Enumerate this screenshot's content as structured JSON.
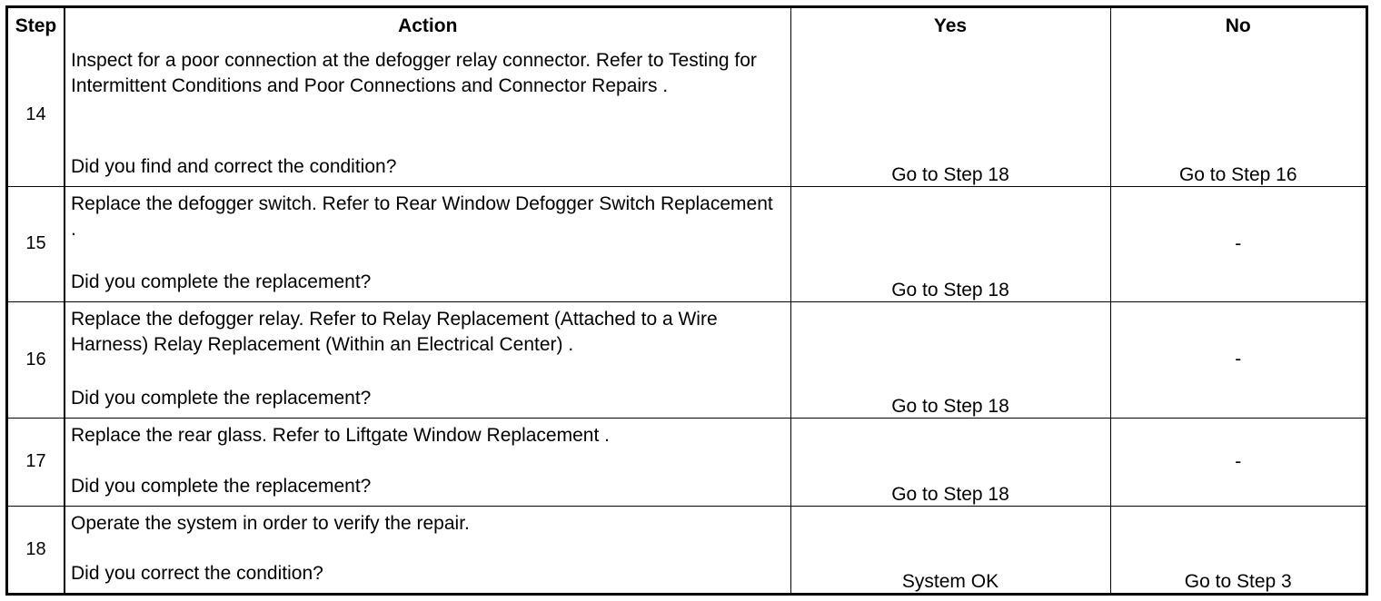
{
  "headers": {
    "step": "Step",
    "action": "Action",
    "yes": "Yes",
    "no": "No"
  },
  "rows": [
    {
      "step": "14",
      "instruction": "Inspect for a poor connection at the defogger relay connector. Refer to Testing for Intermittent Conditions and Poor Connections and Connector Repairs .",
      "question": "Did you find and correct the condition?",
      "yes": "Go to Step 18",
      "no": "Go to Step 16"
    },
    {
      "step": "15",
      "instruction": "Replace the defogger switch. Refer to Rear Window Defogger Switch Replacement .",
      "question": "Did you complete the replacement?",
      "yes": "Go to Step 18",
      "no": "-"
    },
    {
      "step": "16",
      "instruction": "Replace the defogger relay. Refer to Relay Replacement (Attached to a Wire Harness) Relay Replacement (Within an Electrical Center) .",
      "question": "Did you complete the replacement?",
      "yes": "Go to Step 18",
      "no": "-"
    },
    {
      "step": "17",
      "instruction": "Replace the rear glass. Refer to Liftgate Window Replacement .",
      "question": "Did you complete the replacement?",
      "yes": "Go to Step 18",
      "no": "-"
    },
    {
      "step": "18",
      "instruction": "Operate the system in order to verify the repair.",
      "question": "Did you correct the condition?",
      "yes": "System OK",
      "no": "Go to Step 3"
    }
  ]
}
